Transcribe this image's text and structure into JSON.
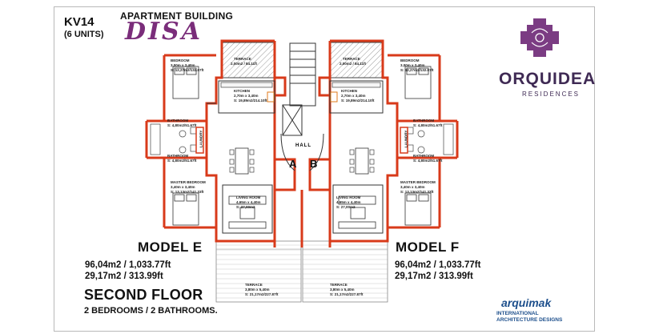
{
  "header": {
    "code": "KV14",
    "units": "(6 UNITS)",
    "building_label": "APARTMENT BUILDING",
    "building_name": "DISA"
  },
  "brand": {
    "name": "ORQUIDEA",
    "sub": "RESIDENCES",
    "color": "#7b3c83"
  },
  "models": {
    "left": {
      "name": "MODEL E",
      "area1": "96,04m2  /  1,033.77ft",
      "area2": "29,17m2  /     313.99ft"
    },
    "right": {
      "name": "MODEL F",
      "area1": "96,04m2  /  1,033.77ft",
      "area2": "29,17m2  /     313.99ft"
    }
  },
  "floor": {
    "title": "SECOND FLOOR",
    "bedrooms": "2 BEDROOMS / 2 BATHROOMS."
  },
  "architect": {
    "name": "arquimak",
    "line1": "INTERNATIONAL",
    "line2": "ARCHITECTURE DESIGNS"
  },
  "plan": {
    "hall": "HALL",
    "unit_a": "A",
    "unit_b": "B",
    "rooms_left": {
      "terrace_top": "TERRACE",
      "terrace_top_dim": "2,00m2 / 84.11ft",
      "bedroom": "BEDROOM",
      "bedroom_dim": "3,00m x 3,40m",
      "bedroom_area": "S: 12,27m2/132.07ft",
      "kitchen": "KITCHEN",
      "kitchen_dim": "2,70m x 3,40m",
      "kitchen_area": "S: 19,89m2/214.10ft",
      "bathroom1": "BATHROOM",
      "bathroom1_dim": "S: 4,80m2/51.67ft",
      "laundry": "LAUNDRY",
      "bathroom2": "BATHROOM",
      "bathroom2_dim": "S: 4,80m2/51.67ft",
      "master": "MASTER BEDROOM",
      "master_dim": "3,40m x 3,40m",
      "master_area": "S: 13,13m2/141.33ft",
      "living": "LIVING ROOM",
      "living_dim": "4,65m x 4,40m",
      "living_area": "S: 27,00m2",
      "terrace_bottom": "TERRACE",
      "terrace_bottom_dim": "3,80m x 5,40m",
      "terrace_bottom_area": "S: 21,17m2/227.87ft"
    },
    "rooms_right": {
      "terrace_top": "TERRACE",
      "terrace_top_dim": "2,00m2 / 84.11ft",
      "bedroom": "BEDROOM",
      "bedroom_dim": "3,00m x 3,40m",
      "bedroom_area": "S: 12,27m2/132.07ft",
      "kitchen": "KITCHEN",
      "kitchen_dim": "2,70m x 3,40m",
      "kitchen_area": "S: 19,89m2/214.10ft",
      "bathroom1": "BATHROOM",
      "bathroom1_dim": "S: 4,80m2/51.67ft",
      "laundry": "LAUNDRY",
      "bathroom2": "BATHROOM",
      "bathroom2_dim": "S: 4,80m2/51.67ft",
      "master": "MASTER BEDROOM",
      "master_dim": "3,40m x 3,40m",
      "master_area": "S: 13,13m2/141.33ft",
      "living": "LIVING ROOM",
      "living_dim": "4,65m x 4,40m",
      "living_area": "S: 27,00m2",
      "terrace_bottom": "TERRACE",
      "terrace_bottom_dim": "3,80m x 5,40m",
      "terrace_bottom_area": "S: 21,17m2/227.87ft"
    }
  }
}
